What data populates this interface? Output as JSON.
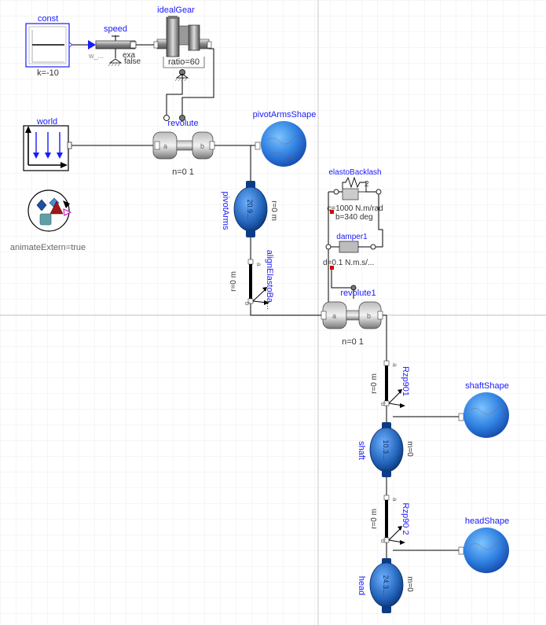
{
  "colors": {
    "grid": "#e6e6e6",
    "axis": "#bdbdbd",
    "label": "#1a1aff",
    "param": "#222222",
    "wire": "#000000",
    "body_blue": "#1f5fb5",
    "sphere": "#2e7fe0",
    "port_red": "#d40000"
  },
  "blocks": {
    "const": {
      "name": "const",
      "param": "k=-10"
    },
    "speed": {
      "name": "speed",
      "w": "w_...",
      "exact": "exa",
      "false_label": "false"
    },
    "ideal_gear": {
      "name": "idealGear",
      "ratio": "ratio=60"
    },
    "world": {
      "name": "world"
    },
    "revolute": {
      "name": "revolute",
      "port_a": "a",
      "port_b": "b",
      "axis": "n=0 1"
    },
    "pivot_arms_shape": {
      "name": "pivotArmsShape"
    },
    "pivot_arms": {
      "name": "pivotArms",
      "inner": "20.9...",
      "r": "r=0 m"
    },
    "align_elasto": {
      "name": "alignElastoBa...",
      "r": "r=0 m",
      "port_a": "a",
      "port_b": "b"
    },
    "elasto_backlash": {
      "name": "elastoBacklash",
      "c": "c=1000 N.m/rad",
      "b": "b=340 deg",
      "n": "2"
    },
    "damper1": {
      "name": "damper1",
      "d": "d=0.1 N.m.s/..."
    },
    "revolute1": {
      "name": "revolute1",
      "port_a": "a",
      "port_b": "b",
      "axis": "n=0 1"
    },
    "rzp901": {
      "name": "Rzp901",
      "r": "r=0 m",
      "port_a": "a",
      "port_b": "b"
    },
    "shaft_shape": {
      "name": "shaftShape"
    },
    "shaft": {
      "name": "shaft",
      "inner": "10.3...",
      "m": "m=0"
    },
    "rzp902": {
      "name": "Rzp90 2",
      "r": "r=0 m",
      "port_a": "a",
      "port_b": "b"
    },
    "head_shape": {
      "name": "headShape"
    },
    "head": {
      "name": "head",
      "inner": "24.3...",
      "m": "m=0"
    },
    "animate": {
      "label": "animateExtern=true"
    }
  }
}
